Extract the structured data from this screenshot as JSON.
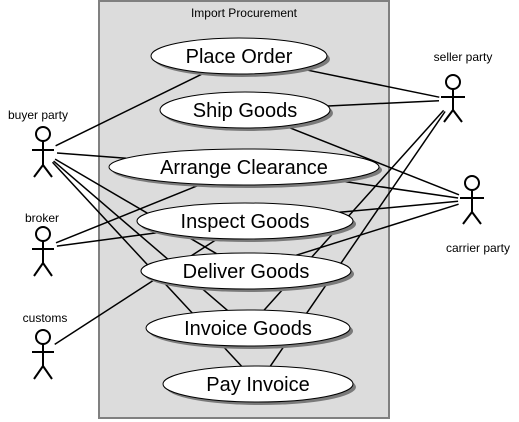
{
  "diagram": {
    "system": {
      "title": "Import Procurement"
    },
    "usecases": [
      {
        "id": "uc-place-order",
        "label": "Place Order"
      },
      {
        "id": "uc-ship-goods",
        "label": "Ship Goods"
      },
      {
        "id": "uc-arrange-clearance",
        "label": "Arrange Clearance"
      },
      {
        "id": "uc-inspect-goods",
        "label": "Inspect Goods"
      },
      {
        "id": "uc-deliver-goods",
        "label": "Deliver Goods"
      },
      {
        "id": "uc-invoice-goods",
        "label": "Invoice Goods"
      },
      {
        "id": "uc-pay-invoice",
        "label": "Pay Invoice"
      }
    ],
    "actors": [
      {
        "id": "buyer",
        "label": "buyer party"
      },
      {
        "id": "broker",
        "label": "broker"
      },
      {
        "id": "customs",
        "label": "customs"
      },
      {
        "id": "seller",
        "label": "seller party"
      },
      {
        "id": "carrier",
        "label": "carrier party"
      }
    ],
    "associations": [
      {
        "actor": "buyer",
        "usecase": "uc-place-order"
      },
      {
        "actor": "buyer",
        "usecase": "uc-arrange-clearance"
      },
      {
        "actor": "buyer",
        "usecase": "uc-deliver-goods"
      },
      {
        "actor": "buyer",
        "usecase": "uc-invoice-goods"
      },
      {
        "actor": "buyer",
        "usecase": "uc-pay-invoice"
      },
      {
        "actor": "broker",
        "usecase": "uc-arrange-clearance"
      },
      {
        "actor": "broker",
        "usecase": "uc-inspect-goods"
      },
      {
        "actor": "customs",
        "usecase": "uc-inspect-goods"
      },
      {
        "actor": "seller",
        "usecase": "uc-place-order"
      },
      {
        "actor": "seller",
        "usecase": "uc-ship-goods"
      },
      {
        "actor": "seller",
        "usecase": "uc-invoice-goods"
      },
      {
        "actor": "seller",
        "usecase": "uc-pay-invoice"
      },
      {
        "actor": "carrier",
        "usecase": "uc-ship-goods"
      },
      {
        "actor": "carrier",
        "usecase": "uc-arrange-clearance"
      },
      {
        "actor": "carrier",
        "usecase": "uc-inspect-goods"
      },
      {
        "actor": "carrier",
        "usecase": "uc-deliver-goods"
      }
    ],
    "colors": {
      "system_fill": "#dcdcdc",
      "system_border": "#808080",
      "usecase_fill": "#ffffff",
      "usecase_shadow": "#7a7a7a",
      "line": "#000000"
    }
  }
}
